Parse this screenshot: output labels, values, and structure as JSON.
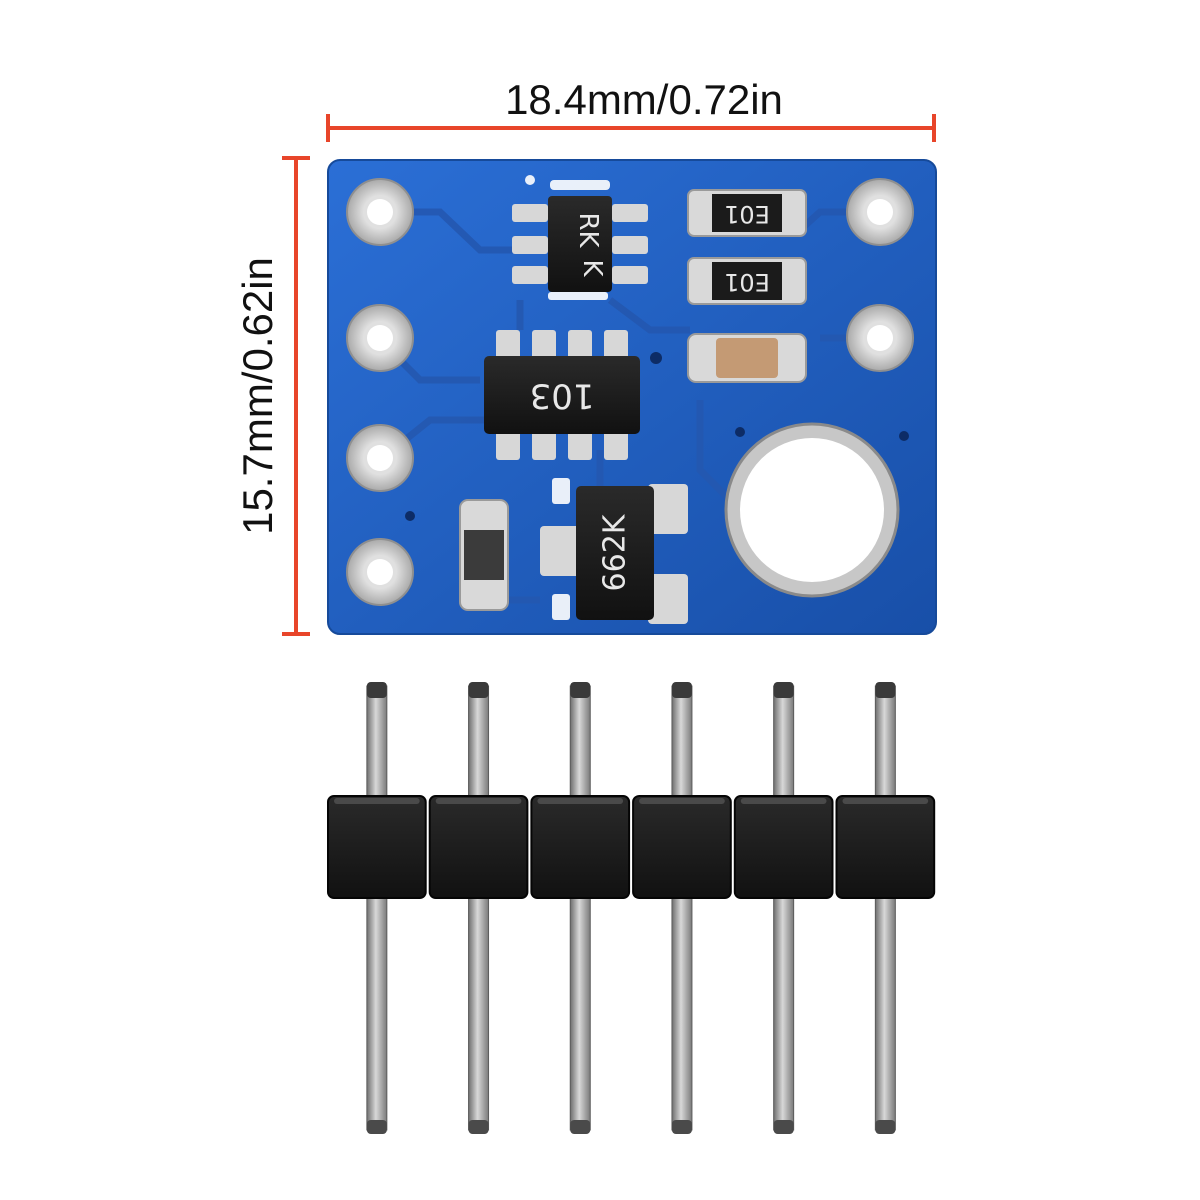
{
  "dimensions": {
    "width_label": "18.4mm/0.72in",
    "height_label": "15.7mm/0.62in"
  },
  "components": {
    "ic_top_marking": "RK",
    "ic_top_marking_2": "K",
    "resistor_top_1": "E01",
    "resistor_top_2": "E01",
    "resistor_network": "103",
    "transistor_marking": "662K"
  },
  "header": {
    "pin_count": 6
  },
  "colors": {
    "dimension_line": "#e8452a",
    "pcb": "#1f5fc2",
    "pad": "#c9c9c9",
    "header_body": "#1c1c1c",
    "pin_metal": "#9a9a9a"
  }
}
